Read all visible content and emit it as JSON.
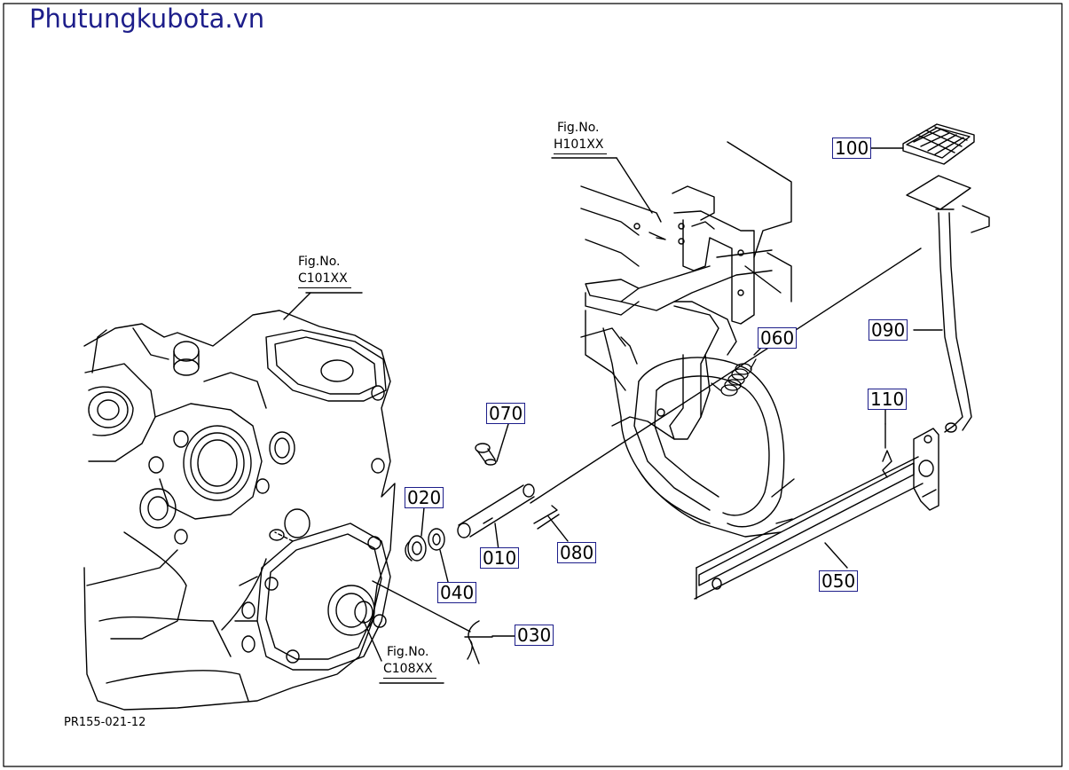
{
  "site_title": "Phutungkubota.vn",
  "figure_refs": {
    "h101": {
      "prefix": "Fig.No.",
      "number": "H101XX"
    },
    "c101": {
      "prefix": "Fig.No.",
      "number": "C101XX"
    },
    "c108": {
      "prefix": "Fig.No.",
      "number": "C108XX"
    }
  },
  "part_labels": {
    "p010": "010",
    "p020": "020",
    "p030": "030",
    "p040": "040",
    "p050": "050",
    "p060": "060",
    "p070": "070",
    "p080": "080",
    "p090": "090",
    "p100": "100",
    "p110": "110"
  },
  "drawing_code": "PR155-021-12"
}
